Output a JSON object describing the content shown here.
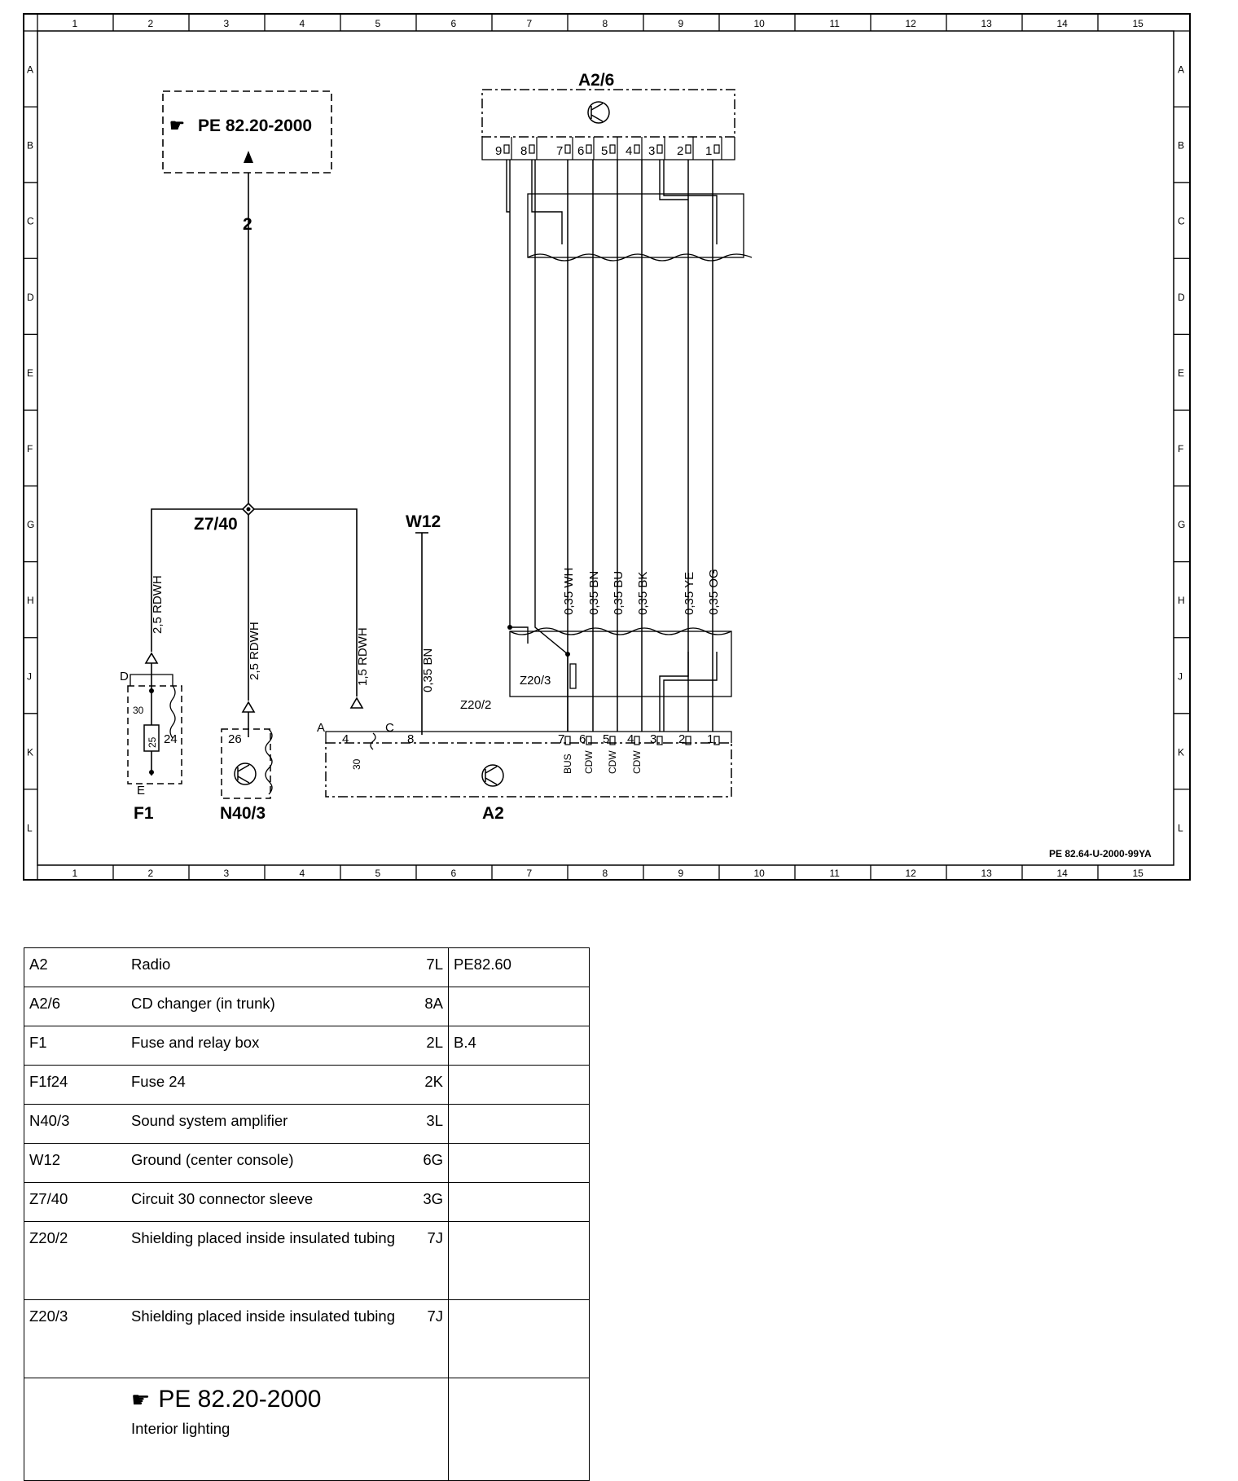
{
  "diagram": {
    "grid_columns": [
      "1",
      "2",
      "3",
      "4",
      "5",
      "6",
      "7",
      "8",
      "9",
      "10",
      "11",
      "12",
      "13",
      "14",
      "15"
    ],
    "grid_rows": [
      "A",
      "B",
      "C",
      "D",
      "E",
      "F",
      "G",
      "H",
      "J",
      "K",
      "L"
    ],
    "drawing_number": "PE 82.64-U-2000-99YA",
    "components": {
      "a2_6": "A2/6",
      "a2": "A2",
      "f1": "F1",
      "n40_3": "N40/3",
      "w12": "W12",
      "z7_40": "Z7/40",
      "z20_2": "Z20/2",
      "z20_3": "Z20/3"
    },
    "reference_box": {
      "hand": "☛",
      "text": "PE 82.20-2000"
    },
    "arrow_label": "2",
    "fuse": {
      "pin_top": "30",
      "pin_inner": "25",
      "pin_side": "24",
      "node_top": "D",
      "node_bottom": "E"
    },
    "amp_pin": "26",
    "radio_pins": {
      "a_node": "A",
      "c_node": "C",
      "pin4": "4",
      "pin4_sub": "30",
      "pin8": "8"
    },
    "cd_pins": [
      "9",
      "8",
      "7",
      "6",
      "5",
      "4",
      "3",
      "2",
      "1"
    ],
    "radio_right_pins": [
      "7",
      "6",
      "5",
      "4",
      "3",
      "2",
      "1"
    ],
    "radio_pin_subs": [
      "BUS",
      "CDW",
      "CDW",
      "CDW"
    ],
    "wires": {
      "f1_feed": "2,5 RDWH",
      "amp_feed": "2,5 RDWH",
      "radio_feed": "1,5 RDWH",
      "ground": "0,35 BN",
      "cd": [
        "0,35 WH",
        "0,35 BN",
        "0,35 BU",
        "0,35 BK",
        "0,35 YE",
        "0,35 OG"
      ]
    }
  },
  "legend": {
    "rows": [
      {
        "code": "A2",
        "desc": "Radio",
        "loc": "7L",
        "ref": "PE82.60"
      },
      {
        "code": "A2/6",
        "desc": "CD changer (in trunk)",
        "loc": "8A",
        "ref": ""
      },
      {
        "code": "F1",
        "desc": "Fuse and relay box",
        "loc": "2L",
        "ref": "B.4"
      },
      {
        "code": "F1f24",
        "desc": "Fuse 24",
        "loc": "2K",
        "ref": ""
      },
      {
        "code": "N40/3",
        "desc": "Sound system amplifier",
        "loc": "3L",
        "ref": ""
      },
      {
        "code": "W12",
        "desc": "Ground (center console)",
        "loc": "6G",
        "ref": ""
      },
      {
        "code": "Z7/40",
        "desc": "Circuit 30 connector sleeve",
        "loc": "3G",
        "ref": ""
      },
      {
        "code": "Z20/2",
        "desc": "Shielding placed inside insulated tubing",
        "loc": "7J",
        "ref": ""
      },
      {
        "code": "Z20/3",
        "desc": "Shielding placed inside insulated tubing",
        "loc": "7J",
        "ref": ""
      }
    ],
    "footer": {
      "hand": "☛",
      "ref": "PE 82.20-2000",
      "desc": "Interior lighting"
    }
  }
}
